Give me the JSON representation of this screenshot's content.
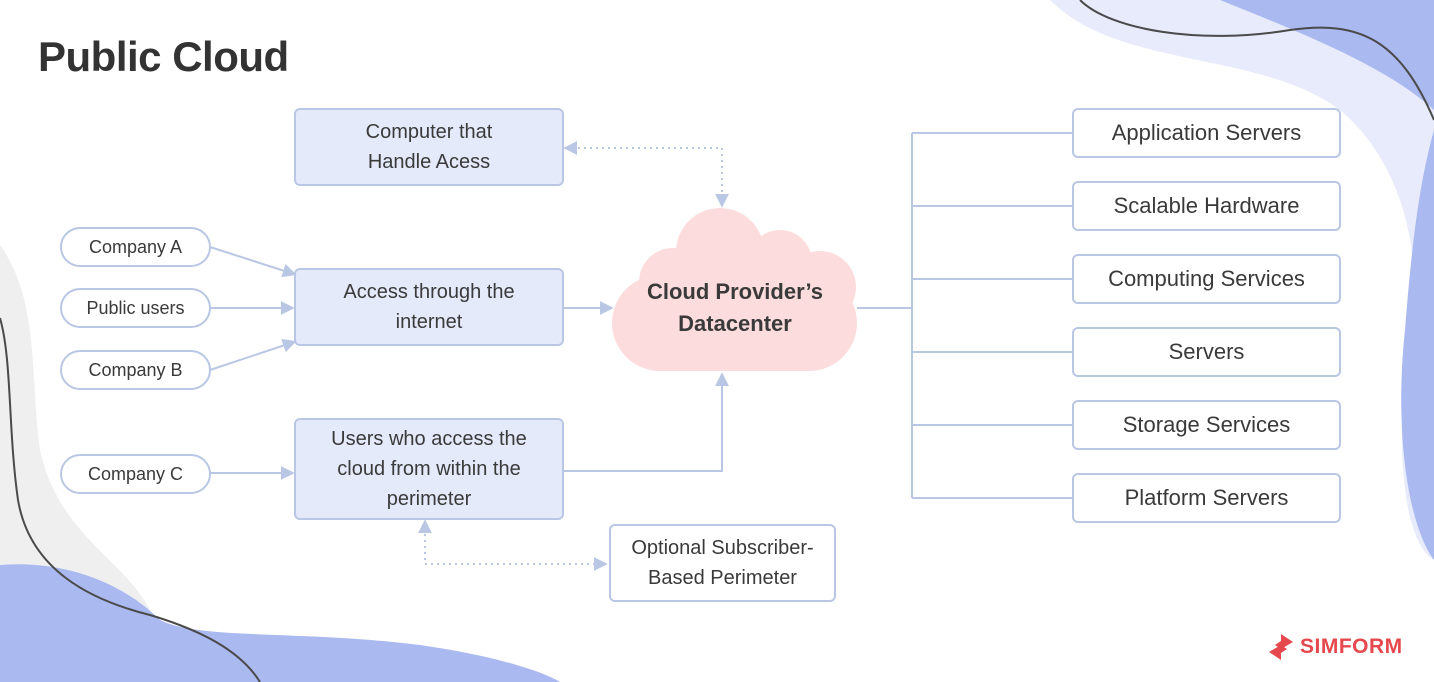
{
  "title": "Public Cloud",
  "colors": {
    "box_fill": "#e5eafb",
    "border": "#b9c7e4",
    "cloud": "#fcdcdc",
    "arrow": "#b9c7e4",
    "text": "#3a3a3a",
    "brand": "#e5484d",
    "blob_blue": "#aab9ef",
    "blob_gray": "#efefef"
  },
  "center": {
    "label_line1": "Cloud Provider’s",
    "label_line2": "Datacenter"
  },
  "top_box": {
    "line1": "Computer that",
    "line2": "Handle Acess"
  },
  "access_box": {
    "line1": "Access through the",
    "line2": "internet"
  },
  "perimeter_box": {
    "line1": "Users who access the",
    "line2": "cloud from within the",
    "line3": "perimeter"
  },
  "optional_box": {
    "line1": "Optional Subscriber-",
    "line2": "Based Perimeter"
  },
  "companies": {
    "a": "Company A",
    "public": "Public users",
    "b": "Company B",
    "c": "Company C"
  },
  "services": [
    "Application Servers",
    "Scalable Hardware",
    "Computing Services",
    "Servers",
    "Storage Services",
    "Platform Servers"
  ],
  "logo": {
    "text": "SIMFORM",
    "icon": "simform-logo-icon"
  }
}
